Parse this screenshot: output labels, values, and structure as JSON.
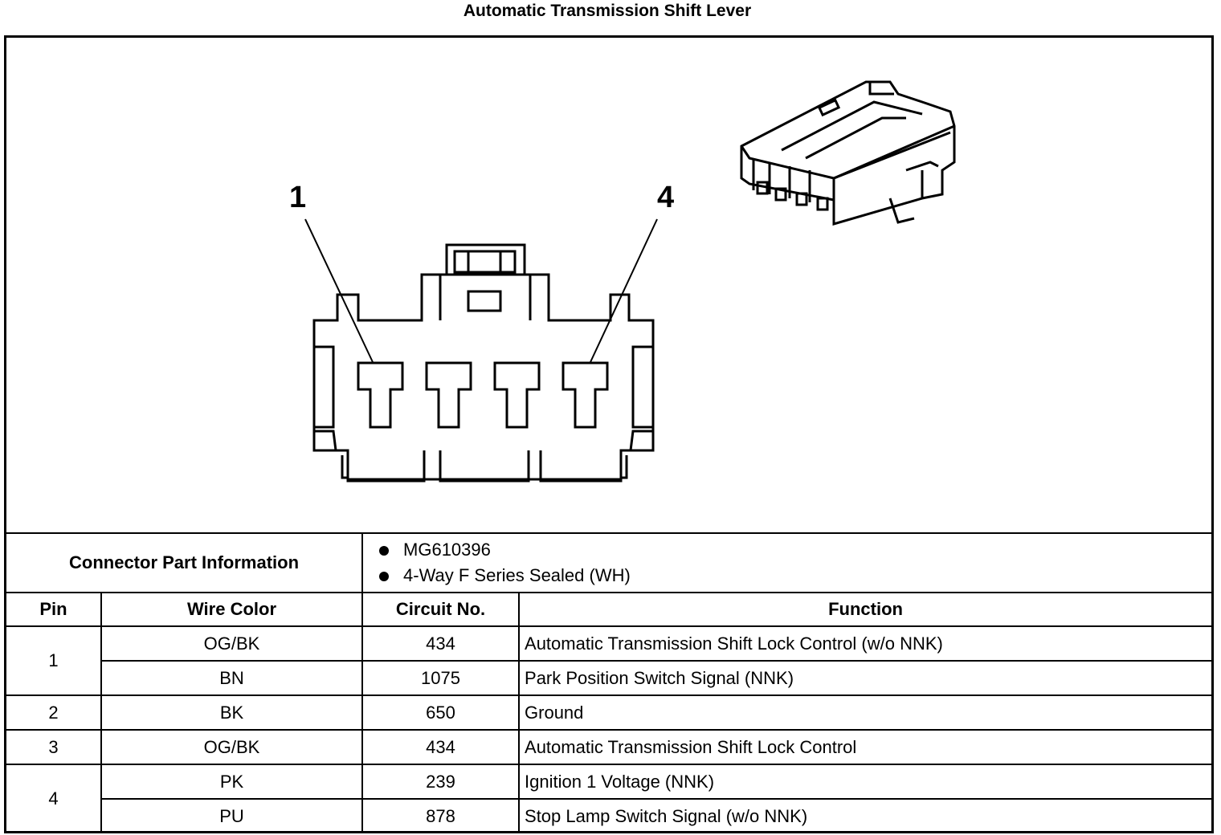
{
  "title": "Automatic Transmission Shift Lever",
  "callouts": {
    "pin_first": "1",
    "pin_last": "4"
  },
  "connector_info": {
    "label": "Connector Part Information",
    "items": [
      "MG610396",
      "4-Way F Series Sealed (WH)"
    ]
  },
  "headers": {
    "pin": "Pin",
    "wire_color": "Wire Color",
    "circuit": "Circuit No.",
    "function": "Function"
  },
  "rows": [
    {
      "pin": "1",
      "wire_color": "OG/BK",
      "circuit": "434",
      "function": "Automatic Transmission Shift Lock Control (w/o NNK)"
    },
    {
      "pin": "1",
      "wire_color": "BN",
      "circuit": "1075",
      "function": "Park Position Switch Signal (NNK)"
    },
    {
      "pin": "2",
      "wire_color": "BK",
      "circuit": "650",
      "function": "Ground"
    },
    {
      "pin": "3",
      "wire_color": "OG/BK",
      "circuit": "434",
      "function": "Automatic Transmission Shift Lock Control"
    },
    {
      "pin": "4",
      "wire_color": "PK",
      "circuit": "239",
      "function": "Ignition 1 Voltage (NNK)"
    },
    {
      "pin": "4",
      "wire_color": "PU",
      "circuit": "878",
      "function": "Stop Lamp Switch Signal (w/o NNK)"
    }
  ]
}
